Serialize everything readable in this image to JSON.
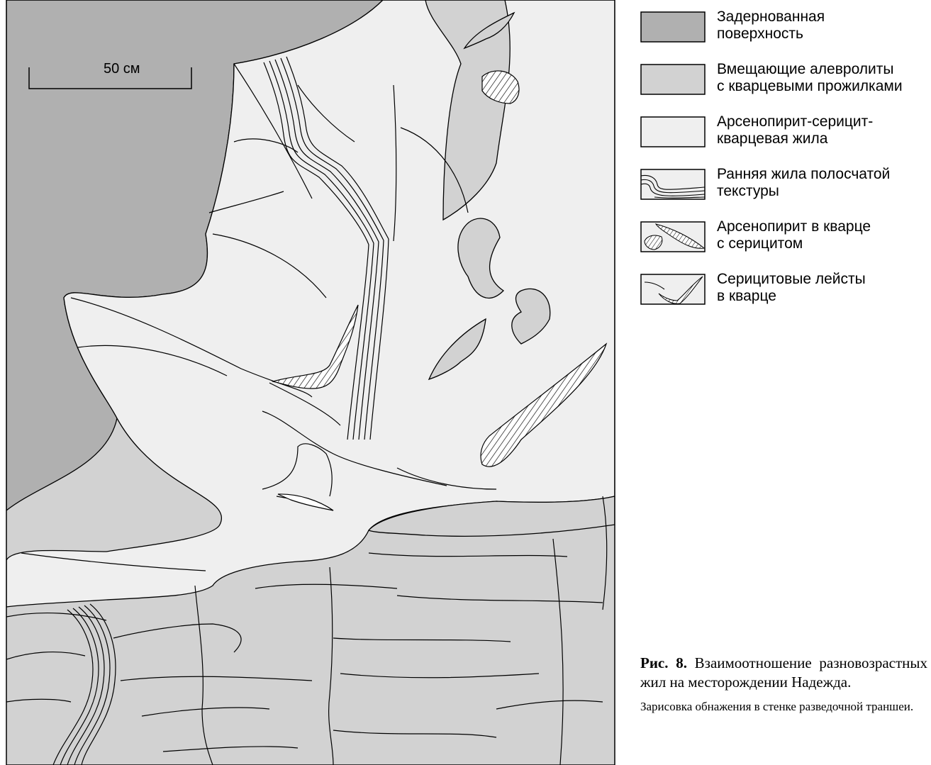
{
  "scale_bar": {
    "label": "50 см"
  },
  "legend": {
    "items": [
      {
        "id": "turf",
        "lines": [
          "Задернованная",
          "поверхность"
        ],
        "color": "#b0b0b0"
      },
      {
        "id": "host",
        "lines": [
          "Вмещающие алевролиты",
          "с кварцевыми прожилками"
        ],
        "color": "#d2d2d2"
      },
      {
        "id": "vein",
        "lines": [
          "Арсенопирит-серицит-",
          "кварцевая жила"
        ],
        "color": "#efefef"
      },
      {
        "id": "early",
        "lines": [
          "Ранняя жила полосчатой",
          "текстуры"
        ],
        "color": "#efefef"
      },
      {
        "id": "arseno",
        "lines": [
          "Арсенопирит в кварце",
          "с серицитом"
        ],
        "color": "#efefef"
      },
      {
        "id": "sericite",
        "lines": [
          "Серицитовые лейсты",
          "в кварце"
        ],
        "color": "#efefef"
      }
    ]
  },
  "caption": {
    "label": "Рис. 8.",
    "title": "Взаимоотношение разновозрастных жил на месторождении Надежда.",
    "subtitle": "Зарисовка обнажения в стенке разведочной траншеи."
  }
}
